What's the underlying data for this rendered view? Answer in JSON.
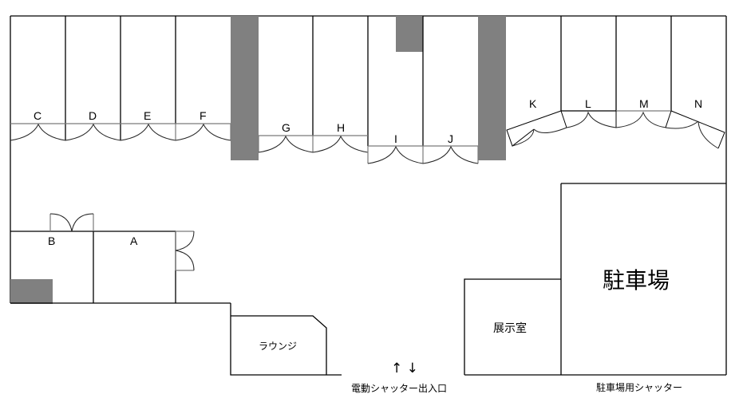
{
  "floorplan": {
    "booths": [
      {
        "id": "C",
        "label": "C"
      },
      {
        "id": "D",
        "label": "D"
      },
      {
        "id": "E",
        "label": "E"
      },
      {
        "id": "F",
        "label": "F"
      },
      {
        "id": "G",
        "label": "G"
      },
      {
        "id": "H",
        "label": "H"
      },
      {
        "id": "I",
        "label": "I"
      },
      {
        "id": "J",
        "label": "J"
      },
      {
        "id": "K",
        "label": "K"
      },
      {
        "id": "L",
        "label": "L"
      },
      {
        "id": "M",
        "label": "M"
      },
      {
        "id": "N",
        "label": "N"
      }
    ],
    "rooms": {
      "a": "A",
      "b": "B",
      "lounge": "ラウンジ",
      "showroom": "展示室",
      "parking": "駐車場"
    },
    "annotations": {
      "entrance_arrows": "↑ ↓",
      "entrance_label": "電動シャッター出入口",
      "parking_shutter_label": "駐車場用シャッター"
    },
    "colors": {
      "pillar": "#808080",
      "wall": "#000000",
      "door": "#7a7a7a"
    }
  }
}
